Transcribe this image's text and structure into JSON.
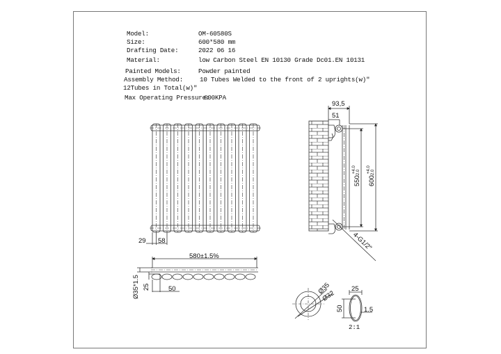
{
  "specs": {
    "model": {
      "label": "Model:",
      "value": "OM-60580S"
    },
    "size": {
      "label": "Size:",
      "value": "600*580 mm"
    },
    "drafting_date": {
      "label": "Drafting Date:",
      "value": "2022 06 16"
    },
    "material": {
      "label": "Material:",
      "value": "low Carbon Steel  EN 10130 Grade Dc01.EN 10131"
    },
    "painted_models": {
      "label": "Painted Models:",
      "value": "Powder painted"
    },
    "assembly_method": {
      "label": "Assembly Method:",
      "value": "10 Tubes Welded to the front of 2 uprights(w)″"
    },
    "tubes_total": "12Tubes in Total(w)″",
    "max_pressure": {
      "label": "Max Operating Pressure:",
      "value": "600KPA"
    }
  },
  "front_view": {
    "tube_count": 10,
    "dim_left": "29",
    "dim_pitch": "58"
  },
  "side_view": {
    "dim_depth_total": "93,5",
    "dim_depth_bracket": "51",
    "dim_height_centers": "550",
    "dim_height_centers_tol_upper": "+4.0",
    "dim_height_centers_tol_lower": "-2.0",
    "dim_height_total": "600",
    "dim_height_total_tol_upper": "+4.0",
    "dim_height_total_tol_lower": "-2.0",
    "connection_label": "4-G1/2″"
  },
  "top_view": {
    "dim_width": "580±1.5%",
    "dim_diameter": "Ø35*1.5",
    "dim_offset": "25",
    "dim_spacing": "50"
  },
  "details": {
    "round_outer": "Ø35",
    "round_inner": "Ø32",
    "oval_width": "25",
    "oval_height": "50",
    "oval_wall": "1.5",
    "scale": "2:1"
  },
  "colors": {
    "line": "#222222",
    "frame": "#777777",
    "background": "#ffffff"
  }
}
